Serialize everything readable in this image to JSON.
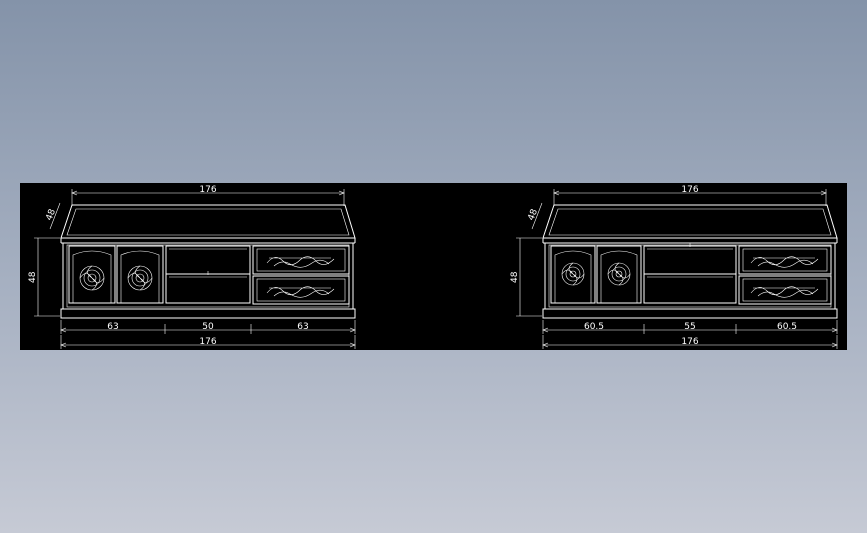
{
  "background": {
    "top": "#8493a9",
    "bottom": "#c6cad5",
    "canvas": "#000000",
    "linework": "#ffffff"
  },
  "drawings": [
    {
      "top_width": "176",
      "slant_height": "48",
      "height": "48",
      "sections": [
        "63",
        "50",
        "63"
      ],
      "total_width": "176"
    },
    {
      "top_width": "176",
      "slant_height": "48",
      "height": "48",
      "sections": [
        "60.5",
        "55",
        "60.5"
      ],
      "total_width": "176"
    }
  ]
}
